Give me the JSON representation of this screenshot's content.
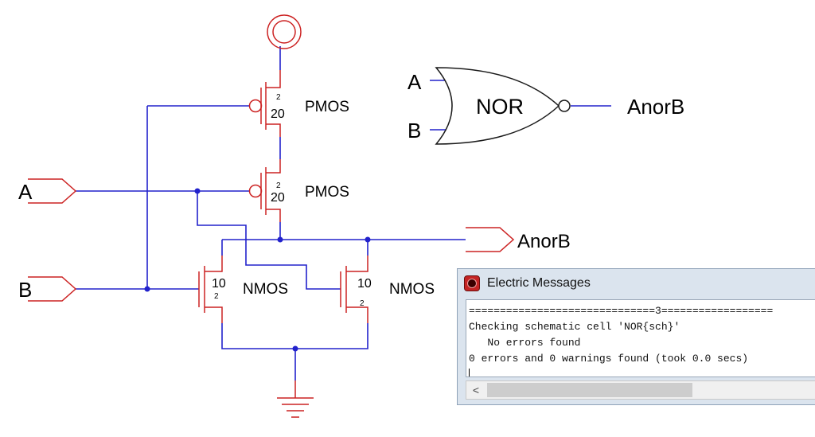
{
  "schematic": {
    "ports": {
      "a": "A",
      "b": "B",
      "output": "AnorB"
    },
    "transistors": [
      {
        "type": "PMOS",
        "width": "20",
        "length": "2"
      },
      {
        "type": "PMOS",
        "width": "20",
        "length": "2"
      },
      {
        "type": "NMOS",
        "width": "10",
        "length": "2"
      },
      {
        "type": "NMOS",
        "width": "10",
        "length": "2"
      }
    ],
    "nor_symbol": {
      "label": "NOR",
      "input_a": "A",
      "input_b": "B",
      "output": "AnorB"
    },
    "colors": {
      "wire": "#2222cc",
      "device": "#cc2222"
    }
  },
  "messages_window": {
    "title": "Electric Messages",
    "icon": "electric-app-icon",
    "lines": [
      "==============================3==================",
      "Checking schematic cell 'NOR{sch}'",
      "   No errors found",
      "0 errors and 0 warnings found (took 0.0 secs)"
    ],
    "scroll_left_glyph": "<"
  }
}
